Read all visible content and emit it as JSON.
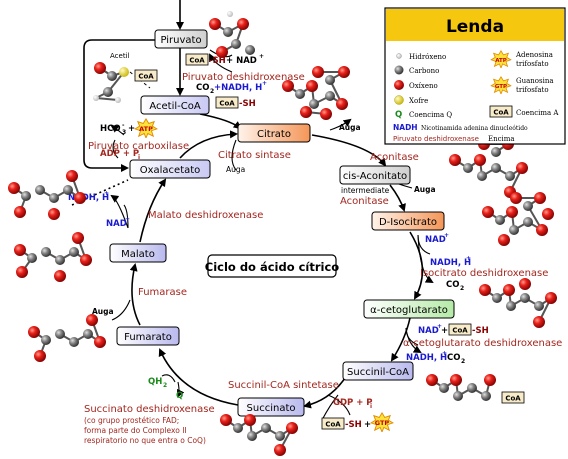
{
  "title": "Ciclo do ácido cítrico",
  "nodes": {
    "piruvato": "Piruvato",
    "acetil_coa": "Acetil-CoA",
    "citrato": "Citrato",
    "cis_aconitato": "cis-Aconitato",
    "d_isocitrato": "D-Isocitrato",
    "cetoglutarato": "α-cetoglutarato",
    "succinil_coa": "Succinil-CoA",
    "succinato": "Succinato",
    "fumarato": "Fumarato",
    "malato": "Malato",
    "oxalacetato": "Oxalacetato"
  },
  "enzymes": {
    "piruvato_desidrogenase": "Piruvato deshidroxenase",
    "piruvato_carboxilase": "Piruvato carboxilase",
    "citrato_sintase": "Citrato sintase",
    "aconitase1": "Aconitase",
    "aconitase2": "Aconitase",
    "isocitrato_desidrogenase": "Isocitrato deshidroxenase",
    "cetoglutarato_desidrogenase": "α-cetoglutarato deshidroxenase",
    "succinil_coa_sintetase": "Succinil-CoA sintetase",
    "succinato_desidrogenase": "Succinato deshidroxenase",
    "fumarase": "Fumarase",
    "malato_desidrogenase": "Malato deshidroxenase"
  },
  "labels": {
    "acetil": "Acetil",
    "intermediate": "intermediate",
    "auga": "Auga",
    "coa": "CoA",
    "sh": "-SH",
    "plus_nad": "+ NAD",
    "sup_plus": "+",
    "co2": "CO",
    "sub2": "2",
    "nadh_h": "NADH, H",
    "co2_nadh": "+NADH, H",
    "hco3": "HCO",
    "sub3": "3",
    "atp": "ATP",
    "adp": "ADP + P",
    "sub_i": "i",
    "nad": "NAD",
    "gdp": "GDP + P",
    "gtp": "GTP",
    "qh2": "QH",
    "q": "Q",
    "succinato_note_1": "(co grupo prostético FAD;",
    "succinato_note_2": "forma parte do Complexo II",
    "succinato_note_3": "respiratorio no que entra o CoQ)"
  },
  "legend": {
    "title": "Lenda",
    "items": [
      {
        "label": "Hidróxeno"
      },
      {
        "label": "Carbono"
      },
      {
        "label": "Oxíxeno"
      },
      {
        "label": "Xofre"
      },
      {
        "label": "Coencima Q",
        "symbol": "Q"
      },
      {
        "label": "Nicotinamida adenina dinucleótido",
        "symbol": "NADH"
      },
      {
        "label": "Encima",
        "symbol": "Piruvato deshidroxenase"
      }
    ],
    "items_right": [
      {
        "label_1": "Adenosina",
        "label_2": "trifosfato",
        "symbol": "ATP"
      },
      {
        "label_1": "Guanosina",
        "label_2": "trifosfato",
        "symbol": "GTP"
      },
      {
        "label": "Coencima A",
        "symbol": "CoA"
      }
    ]
  },
  "colors": {
    "enzyme": "#a3271f",
    "nad": "#1a1ad0",
    "q": "#1b8a1b",
    "citrato_fill": "#f6a06a",
    "isocitrato_fill": "#f6a06a",
    "green_node": "#c8f0c0",
    "blue_node": "#c9c9f4",
    "legend_title_bg": "#f5c70f"
  }
}
